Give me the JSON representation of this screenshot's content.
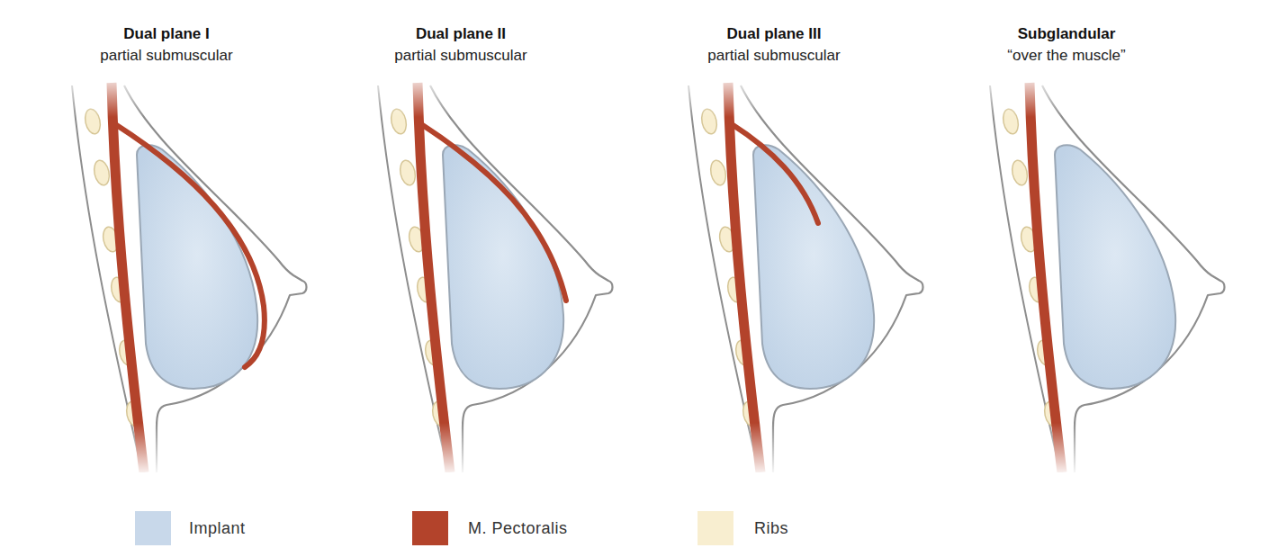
{
  "diagram": {
    "labels": [
      "Dual plane I",
      "partial submuscular",
      "Dual plane II",
      "partial submuscular",
      "Dual plane III",
      "partial submuscular",
      "Subglandular",
      "“over the muscle”"
    ],
    "legend": [
      {
        "text": "Implant",
        "color": "#c8d8ea"
      },
      {
        "text": "M. Pectoralis",
        "color": "#b3432b"
      },
      {
        "text": "Ribs",
        "color": "#f8eed0"
      }
    ]
  }
}
